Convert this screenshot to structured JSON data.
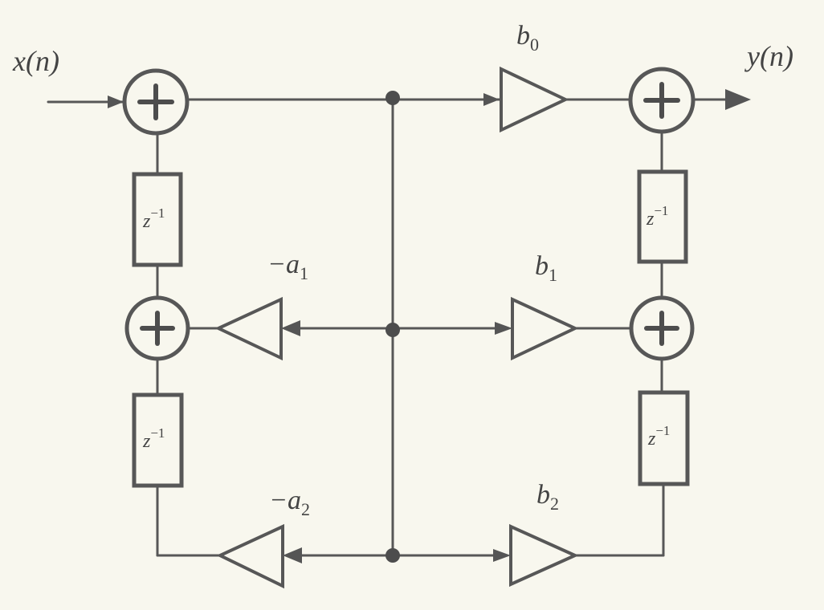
{
  "labels": {
    "input": "x(n)",
    "output": "y(n)",
    "delay": "z",
    "delay_exponent": "−1",
    "b0": {
      "base": "b",
      "sub": "0"
    },
    "b1": {
      "base": "b",
      "sub": "1"
    },
    "b2": {
      "base": "b",
      "sub": "2"
    },
    "neg_a1": {
      "base": "−a",
      "sub": "1"
    },
    "neg_a2": {
      "base": "−a",
      "sub": "2"
    }
  },
  "colors": {
    "background": "#f8f7ee",
    "line": "#575757",
    "text": "#444444"
  }
}
